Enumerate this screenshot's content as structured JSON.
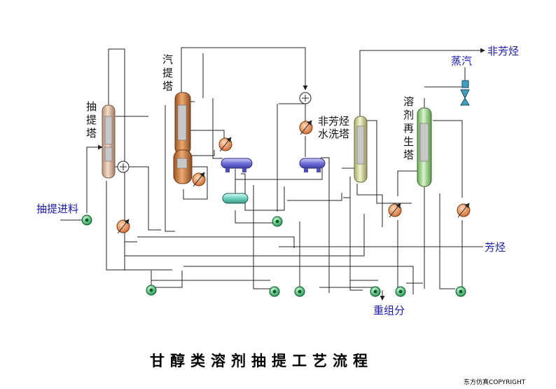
{
  "title": "甘醇类溶剂抽提工艺流程",
  "copyright": "东方仿真COPYRIGHT",
  "towers": {
    "extraction": "抽\n提\n塔",
    "stripper": "汽\n提\n塔",
    "water_wash": "非芳烃\n水洗塔",
    "regenerator": "溶\n剂\n再\n生\n塔"
  },
  "streams": {
    "feed": "抽提进料",
    "steam": "蒸汽",
    "non_aromatics_out": "非芳烃",
    "aromatics": "芳烃",
    "heavy": "重组分"
  },
  "colors": {
    "extraction_tower": "#d8b49a",
    "stripper_tower": "#c8783e",
    "wash_tower": "#d9dca0",
    "regen_tower": "#a8d890",
    "drum_blue": "#8080e0",
    "drum_green": "#80d8c8",
    "exchanger": "#e89060",
    "pump": "#40c070",
    "valve": "#40a0c0",
    "label_blue": "#1a1aa8"
  }
}
